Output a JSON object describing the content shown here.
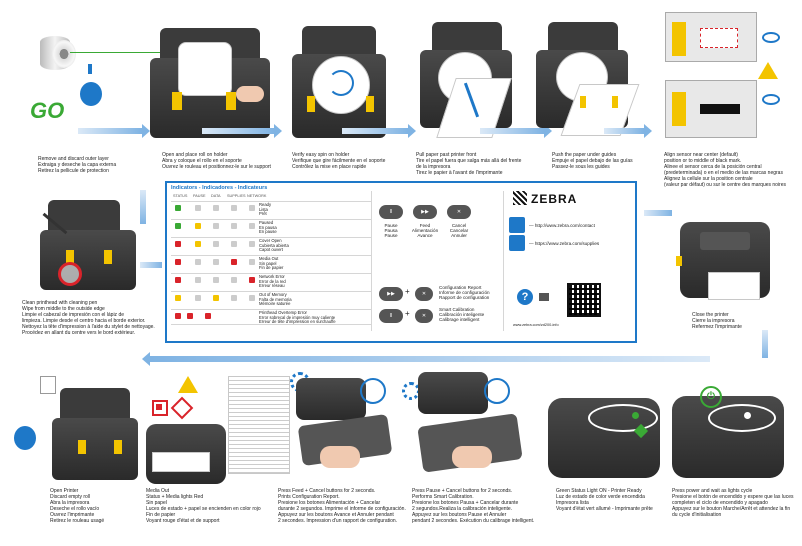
{
  "steps": {
    "s1": [
      "Remove and discard outer layer",
      "Extraiga y deseche la capa externa",
      "Retirez la pellicule de protection"
    ],
    "s1_go": "GO",
    "s2": [
      "Open and place roll on holder",
      "Abra y coloque el rollo en el soporte",
      "Ouvrez le rouleau et positionnez-le sur le support"
    ],
    "s3": [
      "Verify easy spin on holder",
      "Verifique que gire fácilmente en el soporte",
      "Contrôlez la mise en place rapide"
    ],
    "s4": [
      "Pull paper past printer front",
      "Tire el papel fuera que salga más allá del frente",
      "de la impresora",
      "Tirez le papier à l'avant de l'imprimante"
    ],
    "s5": [
      "Push the paper under guides",
      "Empuje el papel debajo de las guías",
      "Passez-le sous les guides"
    ],
    "s6": [
      "Align sensor near center (default)",
      "position or to middle of black mark.",
      "Alinee el sensor cerca de la posición central",
      "(predeterminada) o en el medio de las marcas negras",
      "Alignez la cellule sur la position centrale",
      "(valeur par défaut) ou sur le centre des marques noires"
    ],
    "s_clean": [
      "Clean printhead with cleaning pen",
      "Wipe from middle to the outside edge",
      "Limpie el cabezal de impresión con el lápiz de",
      "limpieza. Limpie desde el centro hacia el borde exterior.",
      "Nettoyez la tête d'impression à l'aide du stylet de nettoyage.",
      "Procédez en allant du centre vers le bord extérieur."
    ],
    "s_close": [
      "Close the printer",
      "Cierre la impresora",
      "Refermez l'imprimante"
    ],
    "b1": [
      "Open Printer",
      "Discard empty roll",
      "Abra la impresora",
      "Deseche el rollo vacío",
      "Ouvrez l'imprimante",
      "Retirez le rouleau usagé"
    ],
    "b2": [
      "Media Out",
      "Status + Media lights Red",
      "Sin papel",
      "Luces de estado + papel se encienden en color rojo",
      "Fin de papier",
      "Voyant rouge d'état et de support"
    ],
    "b3": [
      "Press Feed + Cancel buttons for 2 seconds.",
      "Prints Configuration Report.",
      "Presione los botones Alimentación + Cancelar",
      "durante 2 segundos. Imprime el informe de configuración.",
      "Appuyez sur les boutons Avance et Annuler pendant",
      "2 secondes. Impression d'un rapport de configuration."
    ],
    "b4": [
      "Press Pause + Cancel buttons for 2 seconds.",
      "Performs Smart Calibration.",
      "Presione los botones Pausa + Cancelar durante",
      "2 segundos.Realiza la calibración inteligente.",
      "Appuyez sur les boutons Pause et Annuler",
      "pendant 2 secondes. Exécution du calibrage intelligent."
    ],
    "b5": [
      "Green Status Light ON - Printer Ready",
      "Luz de estado de color verde encendida",
      "Impresora lista",
      "Voyant d'état vert allumé - Imprimante prête"
    ],
    "b6": [
      "Press power and wait as lights cycle",
      "Presione el botón de encendido y espere que las luces",
      "completen el ciclo de encendido y apagado",
      "Appuyez sur le bouton Marche/Arrêt et attendez la fin",
      "du cycle d'initialisation"
    ]
  },
  "guide": {
    "title": "Indicators - Indicadores - Indicateurs",
    "headers": [
      "STATUS",
      "PAUSE",
      "DATA",
      "SUPPLIES",
      "NETWORK"
    ],
    "rows": [
      {
        "lines": [
          "Ready",
          "Lista",
          "Prêt"
        ]
      },
      {
        "lines": [
          "Paused",
          "En pausa",
          "En pause"
        ]
      },
      {
        "lines": [
          "Cover Open",
          "Cubierta abierta",
          "Capot ouvert"
        ]
      },
      {
        "lines": [
          "Media Out",
          "Sin papel",
          "Fin de papier"
        ]
      },
      {
        "lines": [
          "Network Error",
          "Error de la red",
          "Erreur réseau"
        ]
      },
      {
        "lines": [
          "Out of Memory",
          "Falta de memoria",
          "Mémoire saturée"
        ]
      },
      {
        "lines": [
          "Printhead Overtemp Error",
          "Error sobrecal de impresión muy caliente",
          "Erreur de tête d'impression en surchauffe"
        ]
      }
    ],
    "buttons": [
      {
        "label": [
          "Pause",
          "Pausa",
          "Pause"
        ]
      },
      {
        "label": [
          "Feed",
          "Alimentación",
          "Avance"
        ]
      },
      {
        "label": [
          "Cancel",
          "Cancelar",
          "Annuler"
        ]
      }
    ],
    "combo1": [
      "Configuration Report",
      "Informe de configuración",
      "Rapport de configuration"
    ],
    "combo2": [
      "Smart Calibration",
      "Calibración inteligente",
      "Calibrage intelligent"
    ],
    "brand": "ZEBRA",
    "link1": "— http://www.zebra.com/contact",
    "link2": "— https://www.zebra.com/supplies",
    "qr_url": "www.zebra.com/zd200-info"
  },
  "colors": {
    "accent": "#1e78c8",
    "go": "#3aa935",
    "warning": "#f3c400",
    "error": "#d9232a",
    "ok": "#3aa935"
  }
}
